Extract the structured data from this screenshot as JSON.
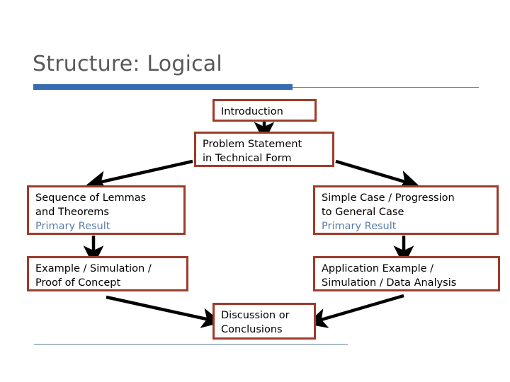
{
  "slide": {
    "title": "Structure:  Logical",
    "accent_color": "#376bb3",
    "rule_color": "#6a7f93",
    "box_border_color": "#9e3b29",
    "highlight_text_color": "#5c80a8",
    "title_color": "#595959",
    "background_color": "#ffffff"
  },
  "diagram": {
    "type": "flowchart",
    "nodes": [
      {
        "id": "introduction",
        "lines": [
          {
            "text": "Introduction",
            "highlight": false
          }
        ]
      },
      {
        "id": "problem-statement",
        "lines": [
          {
            "text": "Problem Statement",
            "highlight": false
          },
          {
            "text": "in Technical Form",
            "highlight": false
          }
        ]
      },
      {
        "id": "lemmas",
        "lines": [
          {
            "text": "Sequence of Lemmas",
            "highlight": false
          },
          {
            "text": "and Theorems",
            "highlight": false
          },
          {
            "text": "Primary Result",
            "highlight": true
          }
        ]
      },
      {
        "id": "simple-case",
        "lines": [
          {
            "text": "Simple Case / Progression",
            "highlight": false
          },
          {
            "text": "to General Case",
            "highlight": false
          },
          {
            "text": "Primary Result",
            "highlight": true
          }
        ]
      },
      {
        "id": "example-sim",
        "lines": [
          {
            "text": "Example / Simulation /",
            "highlight": false
          },
          {
            "text": "Proof of Concept",
            "highlight": false
          }
        ]
      },
      {
        "id": "application",
        "lines": [
          {
            "text": "Application Example /",
            "highlight": false
          },
          {
            "text": "Simulation / Data Analysis",
            "highlight": false
          }
        ]
      },
      {
        "id": "discussion",
        "lines": [
          {
            "text": "Discussion or",
            "highlight": false
          },
          {
            "text": "Conclusions",
            "highlight": false
          }
        ]
      }
    ],
    "edges": [
      {
        "from": "introduction",
        "to": "problem-statement",
        "style": "vertical"
      },
      {
        "from": "problem-statement",
        "to": "lemmas",
        "style": "diagonal-left"
      },
      {
        "from": "problem-statement",
        "to": "simple-case",
        "style": "diagonal-right"
      },
      {
        "from": "lemmas",
        "to": "example-sim",
        "style": "vertical"
      },
      {
        "from": "simple-case",
        "to": "application",
        "style": "vertical"
      },
      {
        "from": "example-sim",
        "to": "discussion",
        "style": "diagonal-right"
      },
      {
        "from": "application",
        "to": "discussion",
        "style": "diagonal-left"
      }
    ]
  },
  "node_text": {
    "introduction_l1": "Introduction",
    "problem_l1": "Problem Statement",
    "problem_l2": "in Technical Form",
    "lemmas_l1": "Sequence of Lemmas",
    "lemmas_l2": "and Theorems",
    "lemmas_l3": "Primary Result",
    "simple_l1": "Simple Case / Progression",
    "simple_l2": "to General Case",
    "simple_l3": "Primary Result",
    "example_l1": "Example / Simulation /",
    "example_l2": "Proof of Concept",
    "application_l1": "Application Example /",
    "application_l2": "Simulation / Data Analysis",
    "discussion_l1": "Discussion or",
    "discussion_l2": "Conclusions"
  }
}
